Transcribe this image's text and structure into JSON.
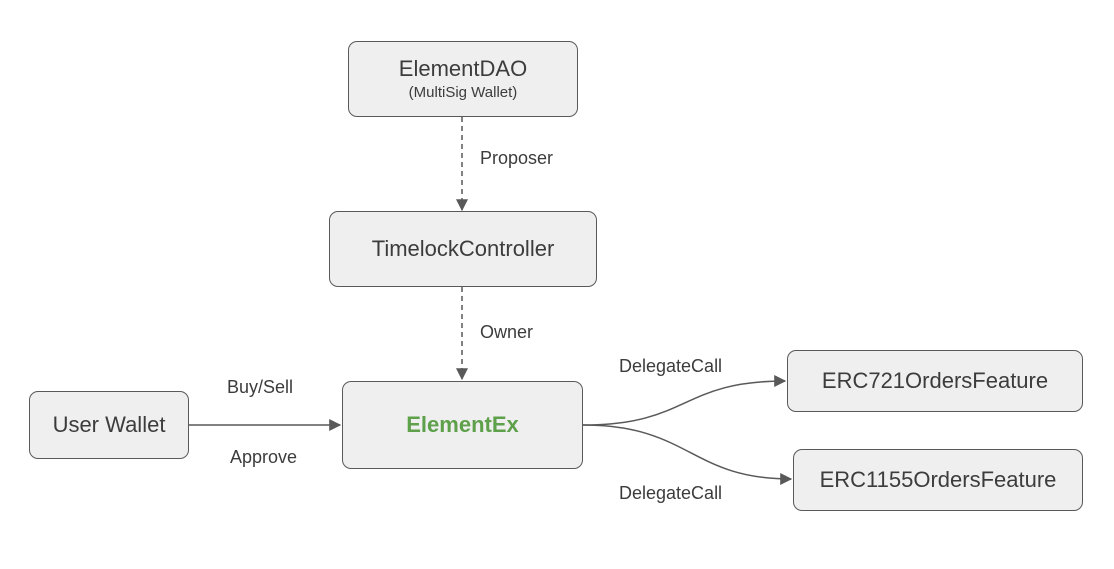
{
  "nodes": {
    "element_dao": {
      "title": "ElementDAO",
      "subtitle": "(MultiSig Wallet)"
    },
    "timelock": {
      "title": "TimelockController"
    },
    "element_ex": {
      "title": "ElementEx"
    },
    "user_wallet": {
      "title": "User Wallet"
    },
    "erc721": {
      "title": "ERC721OrdersFeature"
    },
    "erc1155": {
      "title": "ERC1155OrdersFeature"
    }
  },
  "edges": {
    "dao_to_timelock": {
      "label": "Proposer",
      "style": "dashed"
    },
    "timelock_to_ex": {
      "label": "Owner",
      "style": "dashed"
    },
    "user_to_ex": {
      "label_above": "Buy/Sell",
      "label_below": "Approve",
      "style": "solid"
    },
    "ex_to_erc721": {
      "label": "DelegateCall",
      "style": "solid"
    },
    "ex_to_erc1155": {
      "label": "DelegateCall",
      "style": "solid"
    }
  },
  "colors": {
    "box_fill": "#efefef",
    "box_border": "#595959",
    "text": "#3c3c3c",
    "highlight_text": "#5ea14a",
    "arrow": "#595959"
  }
}
